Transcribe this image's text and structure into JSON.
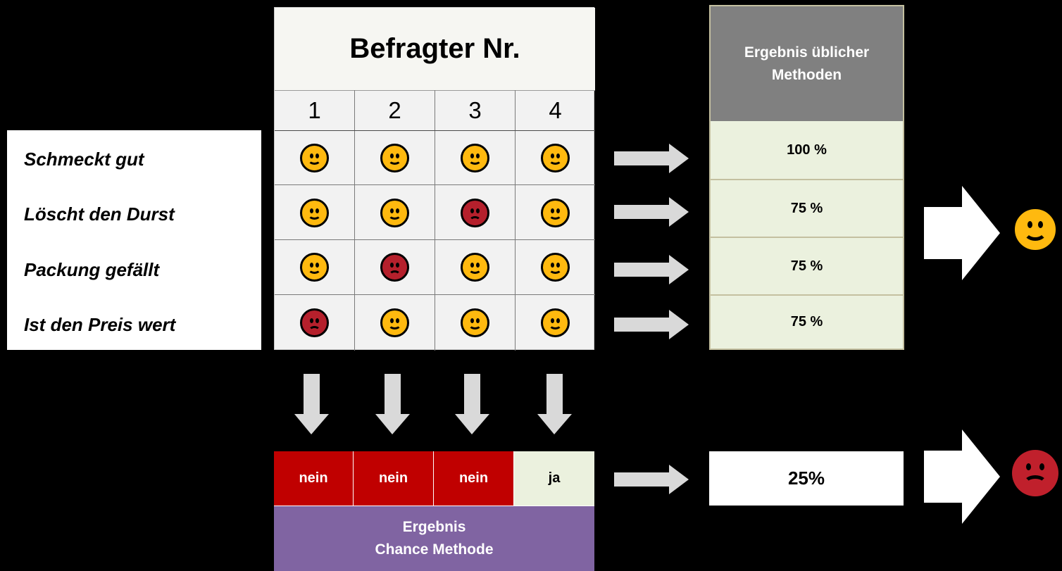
{
  "criteria": [
    "Schmeckt gut",
    "Löscht den Durst",
    "Packung gefällt",
    "Ist den Preis wert"
  ],
  "table": {
    "title": "Befragter Nr.",
    "respondents": [
      "1",
      "2",
      "3",
      "4"
    ],
    "answers": [
      [
        "happy",
        "happy",
        "happy",
        "happy"
      ],
      [
        "happy",
        "happy",
        "sad",
        "happy"
      ],
      [
        "happy",
        "sad",
        "happy",
        "happy"
      ],
      [
        "sad",
        "happy",
        "happy",
        "happy"
      ]
    ]
  },
  "usual_methods": {
    "header": "Ergebnis üblicher Methoden",
    "results": [
      "100 %",
      "75 %",
      "75 %",
      "75 %"
    ],
    "verdict": "happy"
  },
  "chance_method": {
    "answers": [
      "nein",
      "nein",
      "nein",
      "ja"
    ],
    "answer_types": [
      "no",
      "no",
      "no",
      "yes"
    ],
    "label_line1": "Ergebnis",
    "label_line2": "Chance Methode",
    "result": "25%",
    "verdict": "sad"
  },
  "colors": {
    "happy_face": "#ffb90f",
    "sad_face": "#b5202c",
    "no_cell": "#c00000",
    "yes_cell": "#ebf1de",
    "chance_label": "#8064a2",
    "results_header": "#808080",
    "results_cells": "#ebf1de"
  }
}
